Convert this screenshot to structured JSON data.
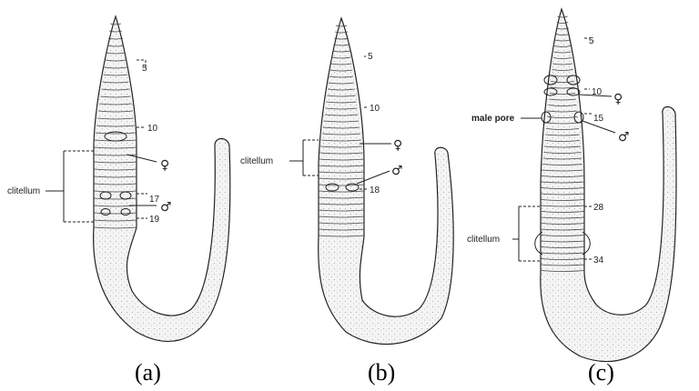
{
  "figures": [
    {
      "caption": "(a)",
      "labels": {
        "clitellum": "clitellum",
        "seg5": "5",
        "seg10": "10",
        "seg17": "17",
        "seg19": "19",
        "female": "♀",
        "male": "♂"
      }
    },
    {
      "caption": "(b)",
      "labels": {
        "clitellum": "clitellum",
        "seg5": "5",
        "seg10": "10",
        "seg18": "18",
        "female": "♀",
        "male": "♂"
      }
    },
    {
      "caption": "(c)",
      "labels": {
        "clitellum": "clitellum",
        "male_pore": "male pore",
        "seg5": "5",
        "seg10": "10",
        "seg15": "15",
        "seg28": "28",
        "seg34": "34",
        "female": "♀",
        "male": "♂"
      }
    }
  ],
  "colors": {
    "ink": "#222222",
    "body_fill": "#f4f4f4",
    "background": "#ffffff"
  }
}
